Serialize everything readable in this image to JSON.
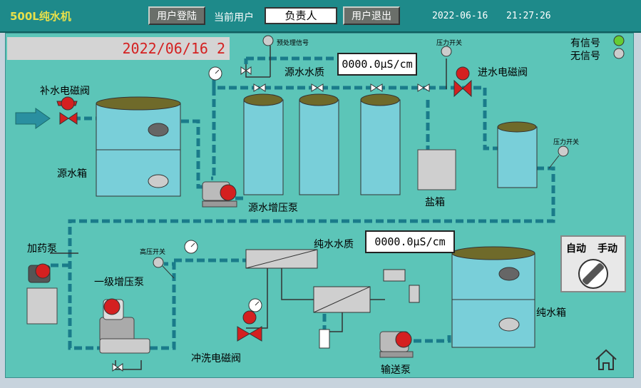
{
  "header": {
    "title": "500L纯水机",
    "login_label": "用户登陆",
    "current_user_label": "当前用户",
    "current_user": "负责人",
    "logout_label": "用户退出",
    "date": "2022-06-16",
    "time": "21:27:26"
  },
  "date_display": "2022/06/16 2",
  "legend": {
    "signal_on": "有信号",
    "signal_off": "无信号"
  },
  "labels": {
    "pretreat_signal": "预处理信号",
    "raw_water_quality": "源水水质",
    "pressure_switch_1": "压力开关",
    "inlet_valve": "进水电磁阀",
    "makeup_valve": "补水电磁阀",
    "raw_tank": "源水箱",
    "raw_boost_pump": "源水增压泵",
    "salt_tank": "盐箱",
    "pressure_switch_2": "压力开关",
    "dosing_pump": "加药泵",
    "high_pressure_switch": "高压开关",
    "pure_water_quality": "纯水水质",
    "stage1_pump": "一级增压泵",
    "flush_valve": "冲洗电磁阀",
    "delivery_pump": "输送泵",
    "pure_tank": "纯水箱"
  },
  "readings": {
    "raw_conductivity": "0000.0μS/cm",
    "pure_conductivity": "0000.0μS/cm"
  },
  "mode": {
    "auto": "自动",
    "manual": "手动"
  },
  "colors": {
    "frame": "#1e8a8a",
    "panel": "#5cc5b8",
    "pipe": "#1a7b8a",
    "tank_top": "#6f6a2a",
    "tank_body": "#79cfd9",
    "valve": "#d42020",
    "signal_on": "#66cc33",
    "signal_off": "#cccccc"
  },
  "icons": {
    "home": "home-icon",
    "mode_knob": "selector-knob-icon",
    "gauge": "pressure-gauge-icon"
  }
}
